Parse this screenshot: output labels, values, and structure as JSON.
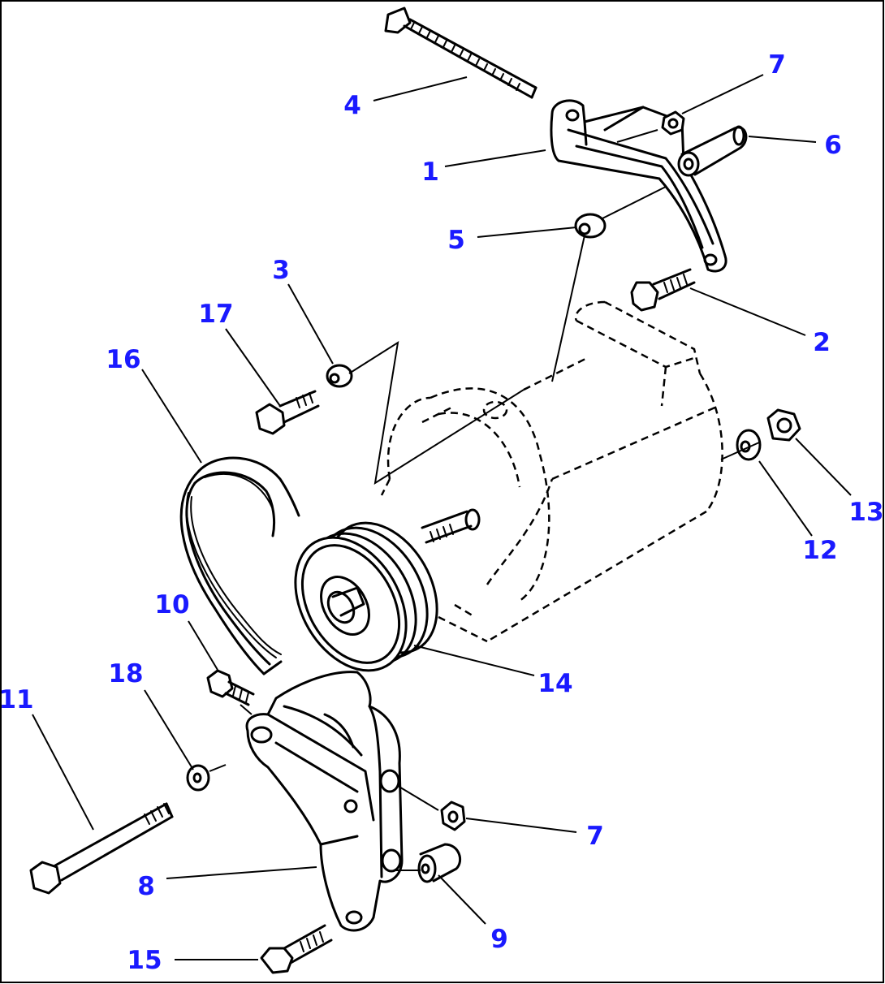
{
  "diagram": {
    "callouts": {
      "c1": "1",
      "c2": "2",
      "c3": "3",
      "c4": "4",
      "c5": "5",
      "c6": "6",
      "c7a": "7",
      "c7b": "7",
      "c8": "8",
      "c9": "9",
      "c10": "10",
      "c11": "11",
      "c12": "12",
      "c13": "13",
      "c14": "14",
      "c15": "15",
      "c16": "16",
      "c17": "17",
      "c18": "18"
    },
    "colors": {
      "callout": "#1a1aff",
      "ink": "#000000",
      "background": "#ffffff"
    }
  }
}
